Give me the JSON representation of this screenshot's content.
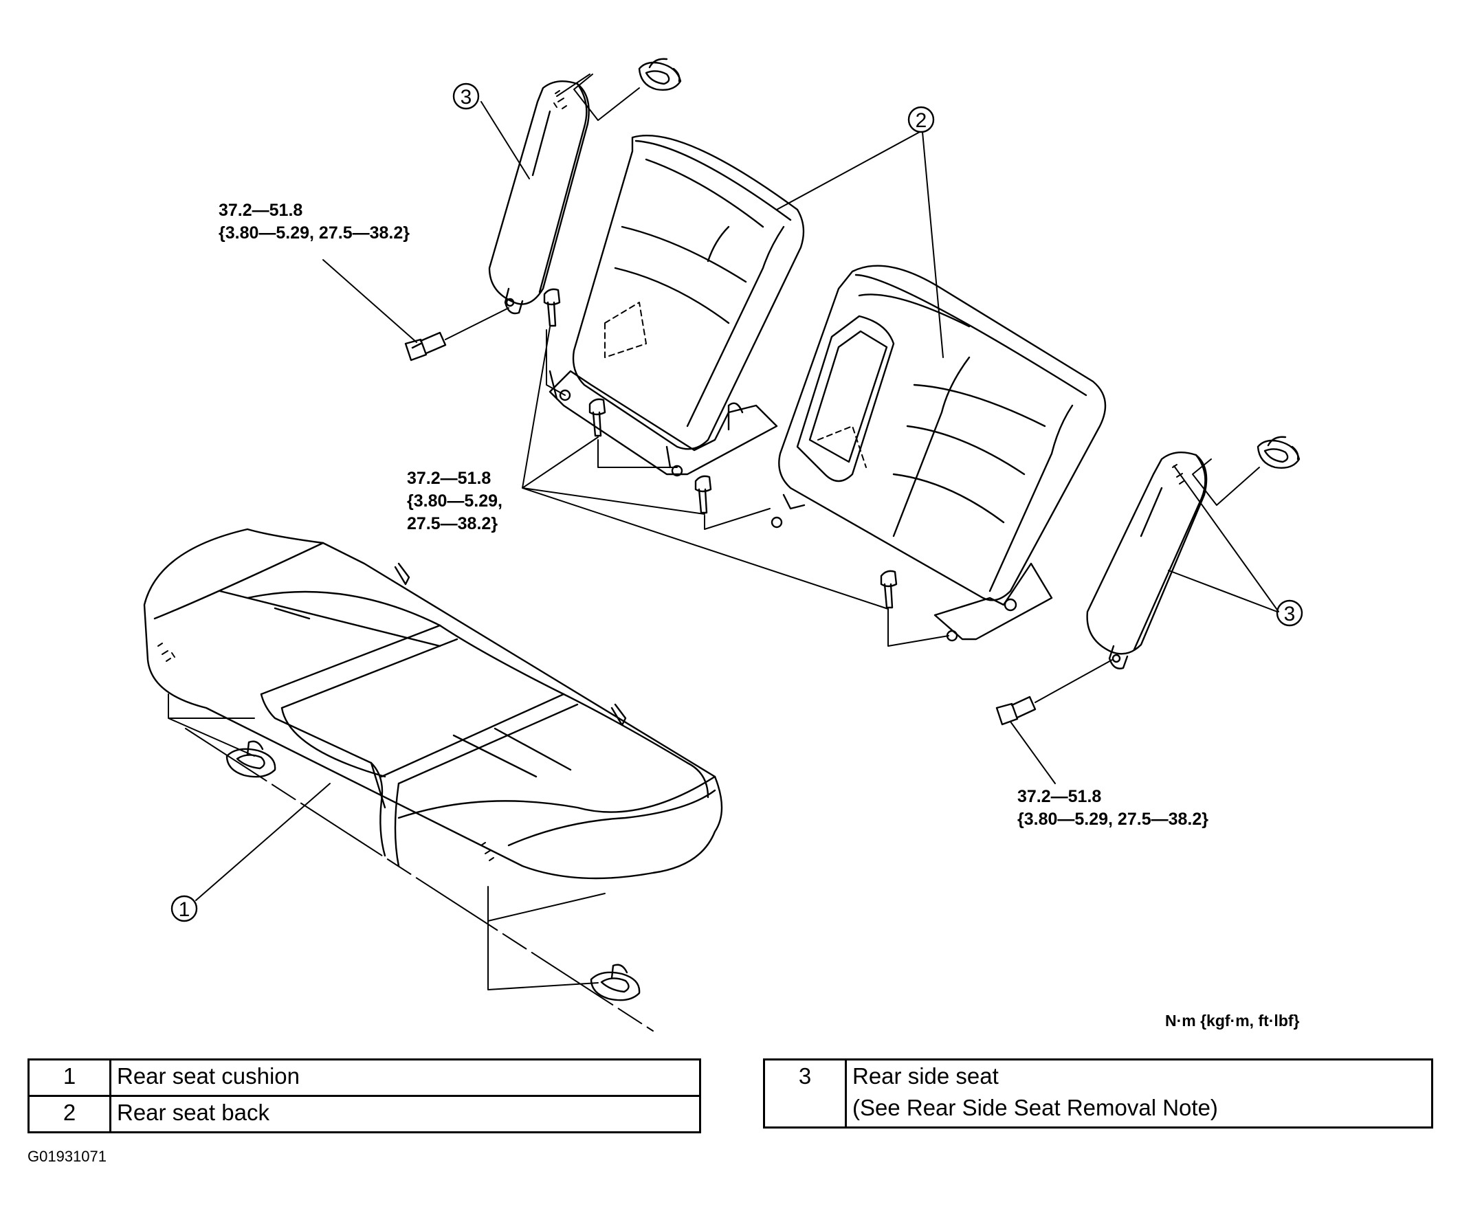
{
  "callouts": {
    "c1": "1",
    "c2": "2",
    "c3": "3"
  },
  "torque": {
    "side_seat_left": [
      "37.2—51.8",
      "{3.80—5.29, 27.5—38.2}"
    ],
    "seat_back": [
      "37.2—51.8",
      "{3.80—5.29,",
      "27.5—38.2}"
    ],
    "side_seat_right": [
      "37.2—51.8",
      "{3.80—5.29, 27.5—38.2}"
    ]
  },
  "unit_legend": "N·m {kgf·m, ft·lbf}",
  "parts_table_left": [
    {
      "no": "1",
      "name": "Rear seat cushion"
    },
    {
      "no": "2",
      "name": "Rear seat back"
    }
  ],
  "parts_table_right": [
    {
      "no": "3",
      "name": "Rear side seat",
      "note": "(See Rear Side Seat Removal Note)"
    }
  ],
  "figure_code": "G01931071"
}
